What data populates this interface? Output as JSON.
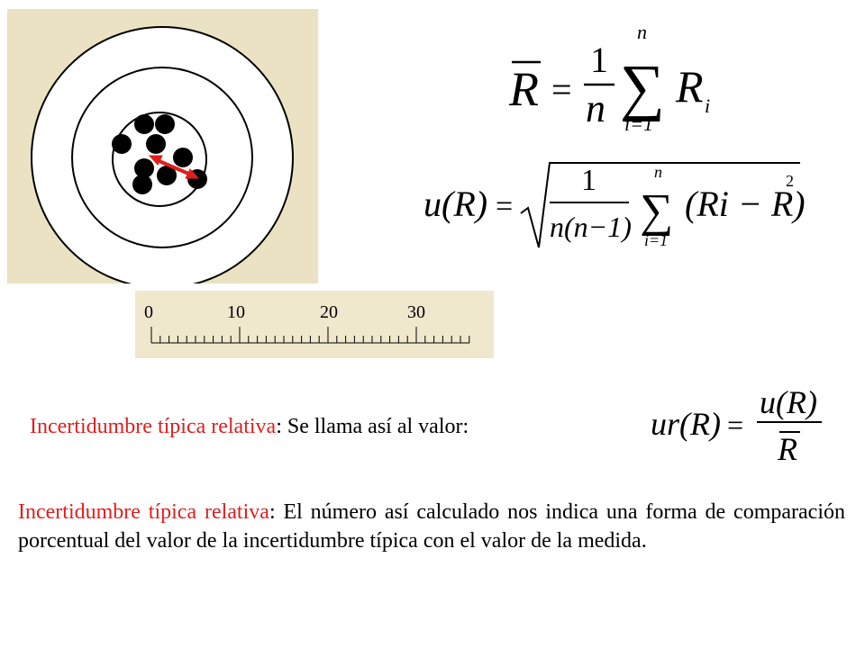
{
  "ruler": {
    "labels": [
      "0",
      "10",
      "20",
      "30"
    ]
  },
  "formulas": {
    "mean": {
      "lhs": "R",
      "one": "1",
      "n": "n",
      "sum_top": "n",
      "sum_bottom": "i=1",
      "term": "R",
      "term_sub": "i",
      "equals": "=",
      "sigma": "∑"
    },
    "uncertainty": {
      "lhs": "u(R)",
      "equals": "=",
      "num": "1",
      "den": "n(n−1)",
      "sigma": "∑",
      "sum_top": "n",
      "sum_bottom": "i=1",
      "term": "(Ri − R)",
      "exp": "2"
    },
    "relative": {
      "lhs": "ur(R)",
      "equals": "=",
      "num": "u(R)",
      "den": "R"
    }
  },
  "line1": {
    "term": "Incertidumbre típica relativa",
    "text": ": Se llama así al valor:"
  },
  "paragraph": {
    "term": "Incertidumbre típica relativa",
    "text": ": El número así calculado nos indica una forma de comparación porcentual del valor de la incertidumbre típica con el valor de la medida."
  },
  "colors": {
    "accent": "#e01e1e",
    "panel": "#eae2c2",
    "arrow": "#e01e1e"
  }
}
